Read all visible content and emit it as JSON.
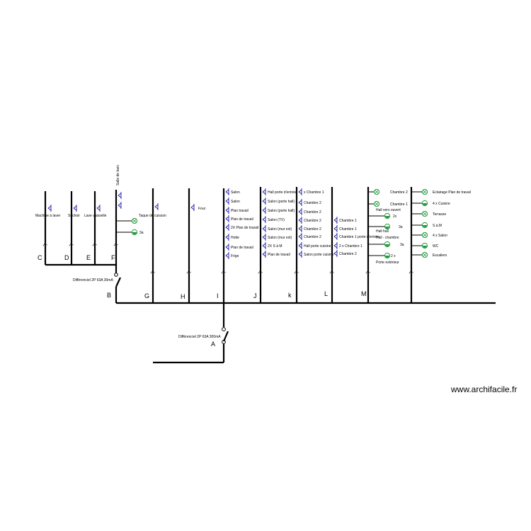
{
  "watermark": "www.archifacile.fr",
  "colors": {
    "wire": "#000000",
    "socket": "#1a1aa8",
    "light": "#1e9a3a"
  },
  "breakers": {
    "A": "A",
    "B": "B",
    "C": "C",
    "D": "D",
    "E": "E",
    "F": "F",
    "G": "G",
    "H": "H",
    "I": "I",
    "J": "J",
    "k": "k",
    "L": "L",
    "M": "M"
  },
  "differentials": {
    "main": "Différenciel 2P 63A 300mA",
    "sub": "Différenciel 2P 63A 30mA"
  },
  "circuits": {
    "C": [
      "Machine à laver"
    ],
    "D": [
      "Sèchoir"
    ],
    "E": [
      "Lave vaisselle"
    ],
    "F_top": "Salle de bain",
    "F": [
      "3a"
    ],
    "G": [
      "Taque de cuisson"
    ],
    "H": [
      "Four"
    ],
    "I": [
      "Salon",
      "Salon",
      "Plan travail",
      "Plan de travail",
      "2X Plan de travail",
      "Hotte",
      "Plan de travail",
      "Frigo"
    ],
    "J": [
      "Hall porte d'entrée",
      "Salon (porte hall)",
      "Salon (porte hall)",
      "Salon (TV)",
      "Salon (mur ext)",
      "Salon (mur ext)",
      "2X S à M",
      "Plan de travail"
    ],
    "k": [
      "x Chambre 1",
      "Chambre 2",
      "Chambre 2",
      "Chambre 2",
      "Chambre 2",
      "Chambre 2",
      "Hall porte cuisine",
      "Salon porte cuisine"
    ],
    "L": [
      "Chambre 1",
      "Chambre 1",
      "Chambre 1 porte d'entrée",
      "2 x Chambre 1",
      "Chambre 2"
    ],
    "M": [
      "Chambre 2",
      "Chambre 1",
      "Hall vers ouvert",
      "2x",
      "Hall hall",
      "3a",
      "Hall - chambre",
      "3a",
      "2 x",
      "Porte extérieur"
    ],
    "N": [
      "Eclairage Plan de travail",
      "4 x Cuisine",
      "Terrasse",
      "S.à.M",
      "4 x Salon",
      "WC",
      "Escaliers"
    ]
  }
}
